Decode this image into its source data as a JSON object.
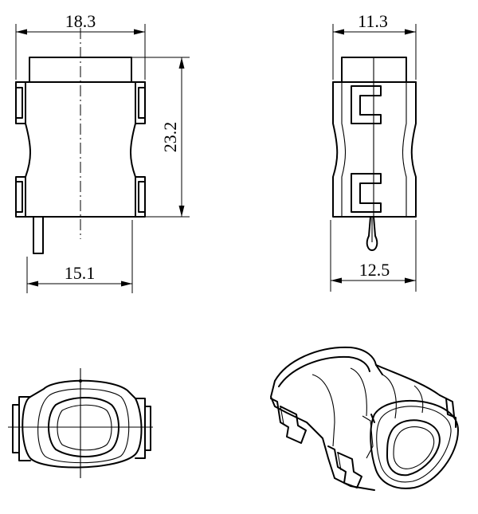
{
  "dimensions": {
    "front_top_width": "18.3",
    "front_height": "23.2",
    "front_bottom_width": "15.1",
    "side_top_width": "11.3",
    "side_bottom_width": "12.5"
  }
}
